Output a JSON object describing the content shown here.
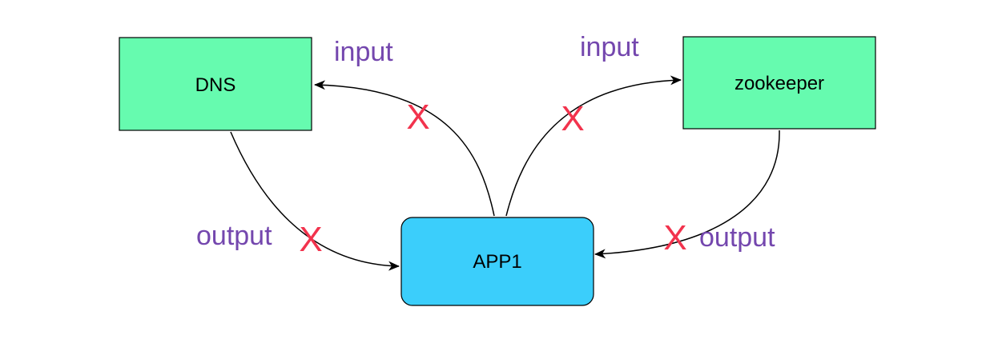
{
  "colors": {
    "external_node_fill": "#66FBAF",
    "app_node_fill": "#3BCEFB",
    "edge_label": "#7447AE",
    "blocked_mark": "#F2334D"
  },
  "nodes": {
    "dns": {
      "label": "DNS"
    },
    "zookeeper": {
      "label": "zookeeper"
    },
    "app": {
      "label": "APP1"
    }
  },
  "edges": {
    "app_to_dns": {
      "label": "input",
      "blocked_mark": "X"
    },
    "app_to_zookeeper": {
      "label": "input",
      "blocked_mark": "X"
    },
    "dns_to_app": {
      "label": "output",
      "blocked_mark": "X"
    },
    "zookeeper_to_app": {
      "label": "output",
      "blocked_mark": "X"
    }
  }
}
